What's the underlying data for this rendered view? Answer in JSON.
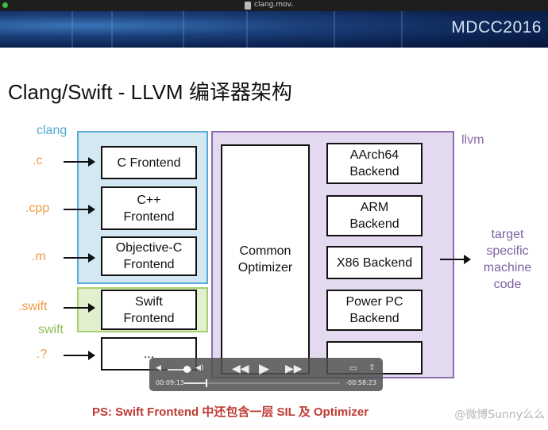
{
  "window": {
    "title": "clang.mov",
    "chevron": "⌄"
  },
  "banner": {
    "logo": "MDCC2016"
  },
  "slide": {
    "title": "Clang/Swift - LLVM 编译器架构",
    "regions": {
      "clang": "clang",
      "swift": "swift",
      "llvm": "llvm"
    },
    "sources": [
      ".c",
      ".cpp",
      ".m",
      ".swift",
      ".?"
    ],
    "frontends": [
      "C Frontend",
      "C++\nFrontend",
      "Objective-C\nFrontend",
      "Swift\nFrontend",
      "..."
    ],
    "optimizer": "Common\nOptimizer",
    "backends": [
      "AArch64\nBackend",
      "ARM\nBackend",
      "X86 Backend",
      "Power PC\nBackend",
      ""
    ],
    "target": "target\nspecific\nmachine\ncode",
    "note": "PS: Swift Frontend 中还包含一层 SIL 及 Optimizer",
    "watermark": "@微博Sunny么么"
  },
  "player": {
    "time_elapsed": "00:09:13",
    "time_remaining": "-00:58:23",
    "progress": 0.136,
    "volume": 0.8,
    "icons": [
      "volume-low-icon",
      "volume-high-icon",
      "rewind-icon",
      "play-icon",
      "fast-forward-icon",
      "airplay-icon",
      "share-icon"
    ]
  },
  "colors": {
    "clang_fill": "#d4e8f4",
    "clang_border": "#5aaad6",
    "swift_fill": "#e3f0cf",
    "swift_border": "#a8cf6e",
    "llvm_fill": "#e4daf0",
    "llvm_border": "#8d6bb1",
    "source_text": "#ee9b45",
    "note_text": "#bf3a33"
  }
}
